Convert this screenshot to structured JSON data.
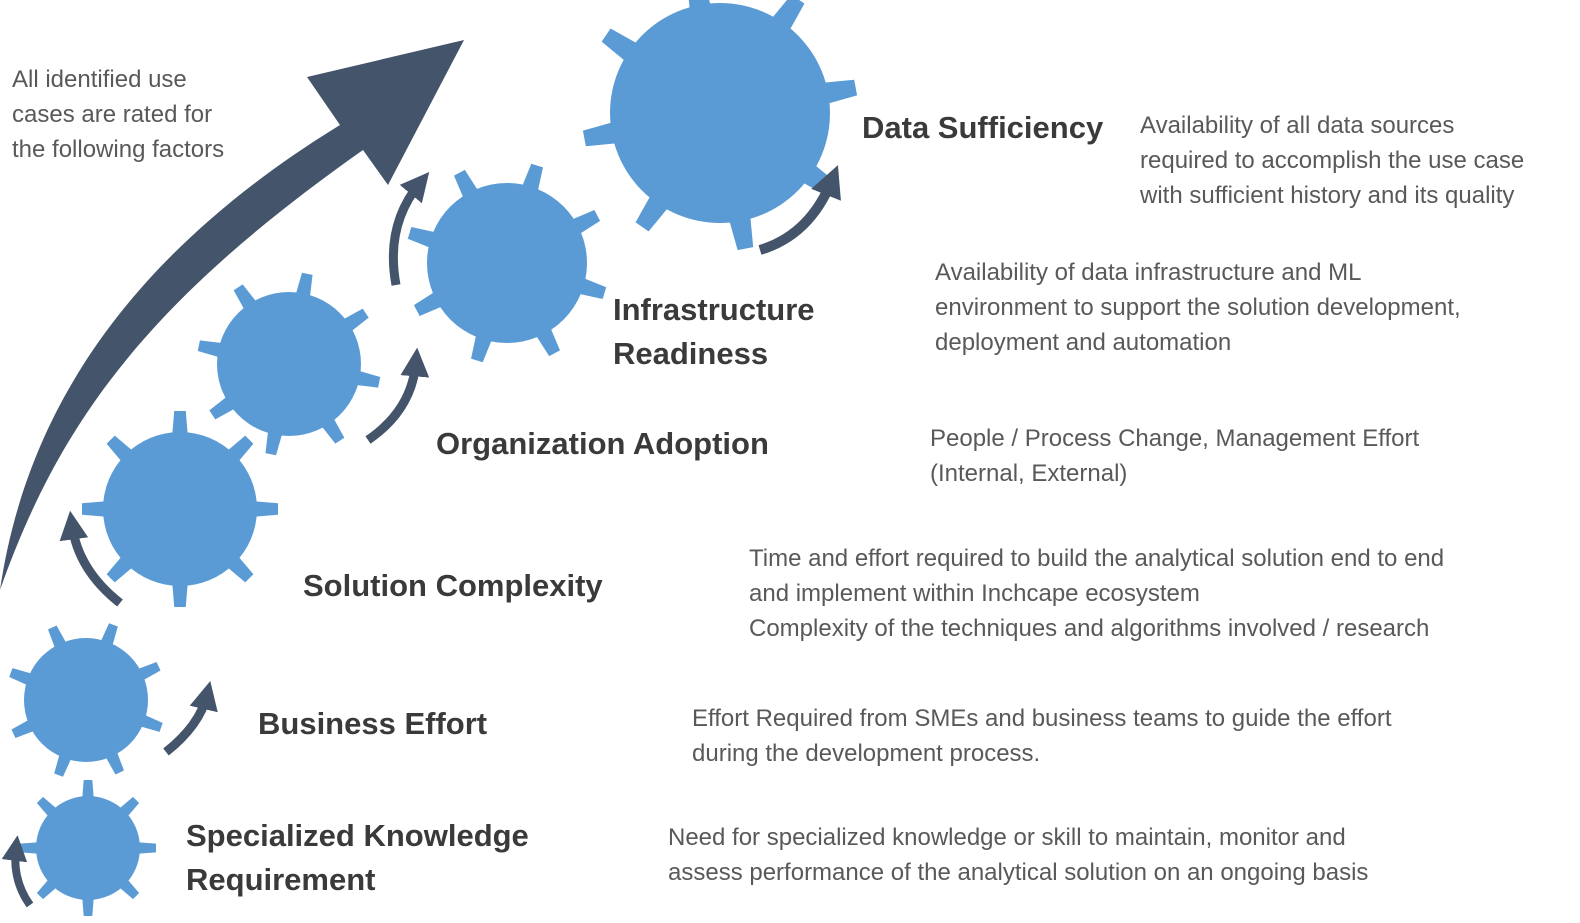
{
  "colors": {
    "gear": "#5b9bd5",
    "arrow": "#44546a",
    "title_text": "#3a3a3a",
    "body_text": "#595959"
  },
  "intro": "All identified use cases are rated for the following factors",
  "factors": [
    {
      "id": "data-sufficiency",
      "title_lines": [
        "Data Sufficiency"
      ],
      "desc_lines": [
        "Availability of all data sources",
        "required to accomplish the use case",
        "with sufficient history and its quality"
      ]
    },
    {
      "id": "infrastructure-readiness",
      "title_lines": [
        "Infrastructure",
        "Readiness"
      ],
      "desc_lines": [
        "Availability of data infrastructure and ML",
        "environment to support the solution development,",
        "deployment and automation"
      ]
    },
    {
      "id": "organization-adoption",
      "title_lines": [
        "Organization Adoption"
      ],
      "desc_lines": [
        "People / Process Change, Management Effort",
        "(Internal, External)"
      ]
    },
    {
      "id": "solution-complexity",
      "title_lines": [
        "Solution Complexity"
      ],
      "desc_lines": [
        "Time and effort required to build the analytical solution end to end",
        "and implement within Inchcape ecosystem",
        "Complexity of the techniques and algorithms involved / research"
      ]
    },
    {
      "id": "business-effort",
      "title_lines": [
        "Business Effort"
      ],
      "desc_lines": [
        "Effort Required from SMEs and business teams to guide the effort",
        "during the development process."
      ]
    },
    {
      "id": "specialized-knowledge",
      "title_lines": [
        "Specialized Knowledge",
        "Requirement"
      ],
      "desc_lines": [
        "Need for specialized knowledge or skill to maintain, monitor and",
        "assess performance of the analytical solution on an ongoing basis"
      ]
    }
  ]
}
